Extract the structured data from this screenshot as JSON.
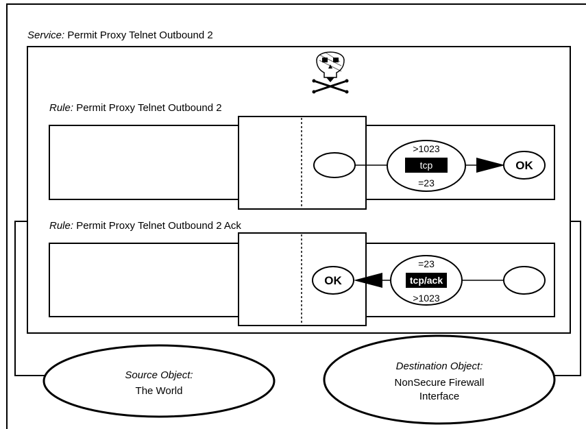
{
  "service": {
    "prefix": "Service:",
    "name": "Permit Proxy Telnet Outbound 2"
  },
  "rule1": {
    "prefix": "Rule:",
    "name": "Permit Proxy Telnet Outbound 2",
    "src_port": ">1023",
    "protocol": "tcp",
    "dst_port": "=23",
    "result": "OK"
  },
  "rule2": {
    "prefix": "Rule:",
    "name": "Permit Proxy Telnet Outbound 2 Ack",
    "src_port": "=23",
    "protocol": "tcp/ack",
    "dst_port": ">1023",
    "result": "OK"
  },
  "source_object": {
    "title": "Source Object:",
    "name": "The World"
  },
  "destination_object": {
    "title": "Destination Object:",
    "name_line1": "NonSecure Firewall",
    "name_line2": "Interface"
  },
  "icons": {
    "service_icon": "skull-crossbones-icon"
  },
  "colors": {
    "stroke": "#000000",
    "background": "#ffffff",
    "label_fill": "#000000"
  }
}
